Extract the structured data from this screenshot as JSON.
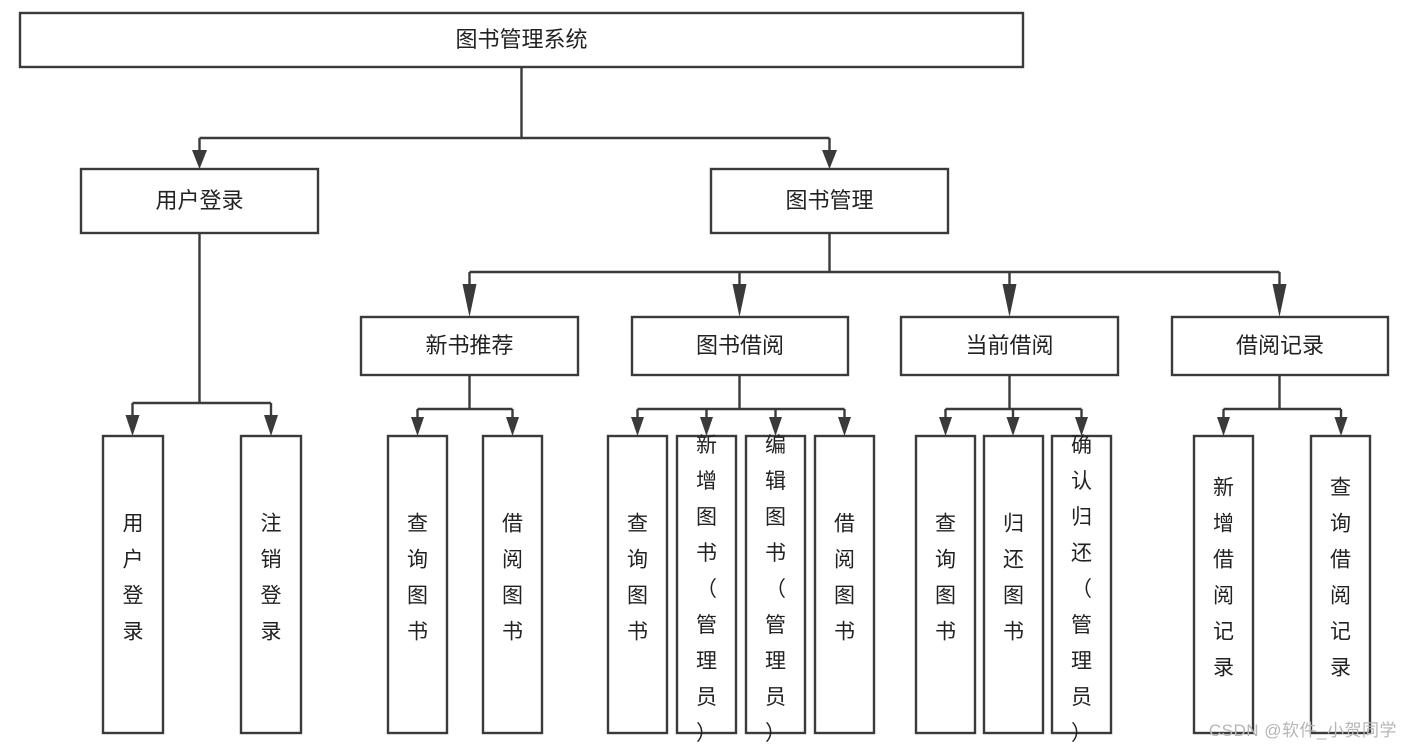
{
  "diagram": {
    "type": "tree-hierarchy-chart",
    "title": "图书管理系统",
    "orientation": "top-down",
    "colors": {
      "box_fill": "#ffffff",
      "box_stroke": "#3a3a3a",
      "text": "#222222",
      "background": "#ffffff",
      "watermark": "#b6b6b6"
    },
    "levels": [
      {
        "level": 1,
        "nodes": [
          {
            "id": "root",
            "label": "图书管理系统",
            "orientation": "horizontal"
          }
        ]
      },
      {
        "level": 2,
        "nodes": [
          {
            "id": "login",
            "label": "用户登录",
            "orientation": "horizontal",
            "parent": "root"
          },
          {
            "id": "bookmgmt",
            "label": "图书管理",
            "orientation": "horizontal",
            "parent": "root"
          }
        ]
      },
      {
        "level": 3,
        "nodes": [
          {
            "id": "newbook",
            "label": "新书推荐",
            "orientation": "horizontal",
            "parent": "bookmgmt"
          },
          {
            "id": "borrow",
            "label": "图书借阅",
            "orientation": "horizontal",
            "parent": "bookmgmt"
          },
          {
            "id": "current",
            "label": "当前借阅",
            "orientation": "horizontal",
            "parent": "bookmgmt"
          },
          {
            "id": "records",
            "label": "借阅记录",
            "orientation": "horizontal",
            "parent": "bookmgmt"
          }
        ]
      },
      {
        "level": 4,
        "nodes": [
          {
            "id": "leaf1",
            "label": "用户登录",
            "orientation": "vertical",
            "parent": "login"
          },
          {
            "id": "leaf2",
            "label": "注销登录",
            "orientation": "vertical",
            "parent": "login"
          },
          {
            "id": "leaf3",
            "label": "查询图书",
            "orientation": "vertical",
            "parent": "newbook"
          },
          {
            "id": "leaf4",
            "label": "借阅图书",
            "orientation": "vertical",
            "parent": "newbook"
          },
          {
            "id": "leaf5",
            "label": "查询图书",
            "orientation": "vertical",
            "parent": "borrow"
          },
          {
            "id": "leaf6",
            "label": "新增图书（管理员）",
            "orientation": "vertical",
            "parent": "borrow"
          },
          {
            "id": "leaf7",
            "label": "编辑图书（管理员）",
            "orientation": "vertical",
            "parent": "borrow"
          },
          {
            "id": "leaf8",
            "label": "借阅图书",
            "orientation": "vertical",
            "parent": "borrow"
          },
          {
            "id": "leaf9",
            "label": "查询图书",
            "orientation": "vertical",
            "parent": "current"
          },
          {
            "id": "leaf10",
            "label": "归还图书",
            "orientation": "vertical",
            "parent": "current"
          },
          {
            "id": "leaf11",
            "label": "确认归还（管理员）",
            "orientation": "vertical",
            "parent": "current"
          },
          {
            "id": "leaf12",
            "label": "新增借阅记录",
            "orientation": "vertical",
            "parent": "records"
          },
          {
            "id": "leaf13",
            "label": "查询借阅记录",
            "orientation": "vertical",
            "parent": "records"
          }
        ]
      }
    ]
  },
  "watermark": {
    "text": "CSDN @软件_小贺同学"
  }
}
